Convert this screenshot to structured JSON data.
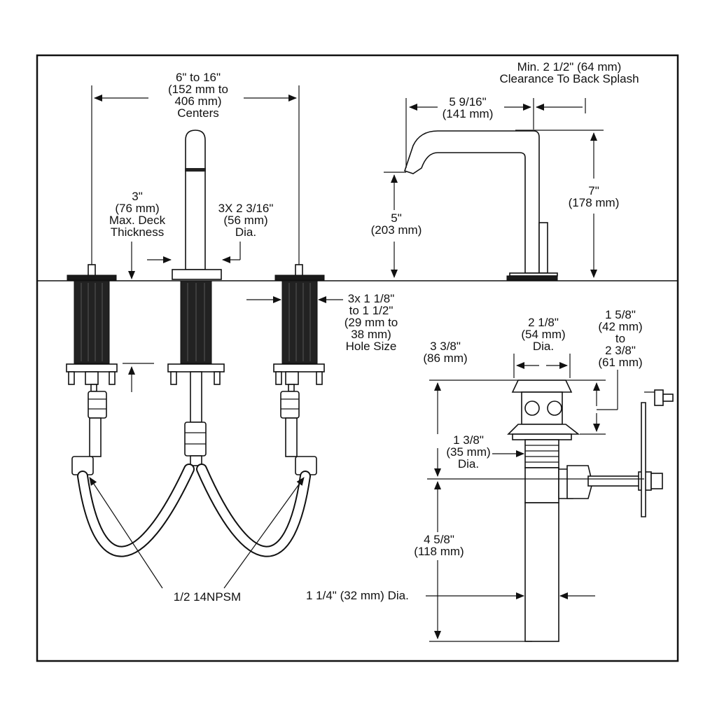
{
  "colors": {
    "line": "#111111",
    "background": "#ffffff"
  },
  "dimensions": {
    "centers": [
      "6\" to 16\"",
      "(152 mm to",
      "406 mm)",
      "Centers"
    ],
    "deck": [
      "3\"",
      "(76 mm)",
      "Max. Deck",
      "Thickness"
    ],
    "spout_dia": [
      "3X 2 3/16\"",
      "(56 mm)",
      "Dia."
    ],
    "hole_size": [
      "3x 1 1/8\"",
      "to 1 1/2\"",
      "(29 mm to",
      "38 mm)",
      "Hole Size"
    ],
    "clearance": [
      "Min. 2 1/2\" (64 mm)",
      "Clearance To Back Splash"
    ],
    "reach": [
      "5 9/16\"",
      "(141 mm)"
    ],
    "spout_height": [
      "5\"",
      "(203 mm)"
    ],
    "overall_height": [
      "7\"",
      "(178 mm)"
    ],
    "drain_flange": [
      "2 1/8\"",
      "(54 mm)",
      "Dia."
    ],
    "drain_range": [
      "1 5/8\"",
      "(42 mm)",
      "to",
      "2 3/8\"",
      "(61 mm)"
    ],
    "drain_upper": [
      "3 3/8\"",
      "(86 mm)"
    ],
    "drain_body": [
      "1 3/8\"",
      "(35 mm)",
      "Dia."
    ],
    "drain_lower": [
      "4 5/8\"",
      "(118 mm)"
    ],
    "tailpiece": "1 1/4\" (32 mm) Dia.",
    "connection": "1/2 14NPSM"
  }
}
